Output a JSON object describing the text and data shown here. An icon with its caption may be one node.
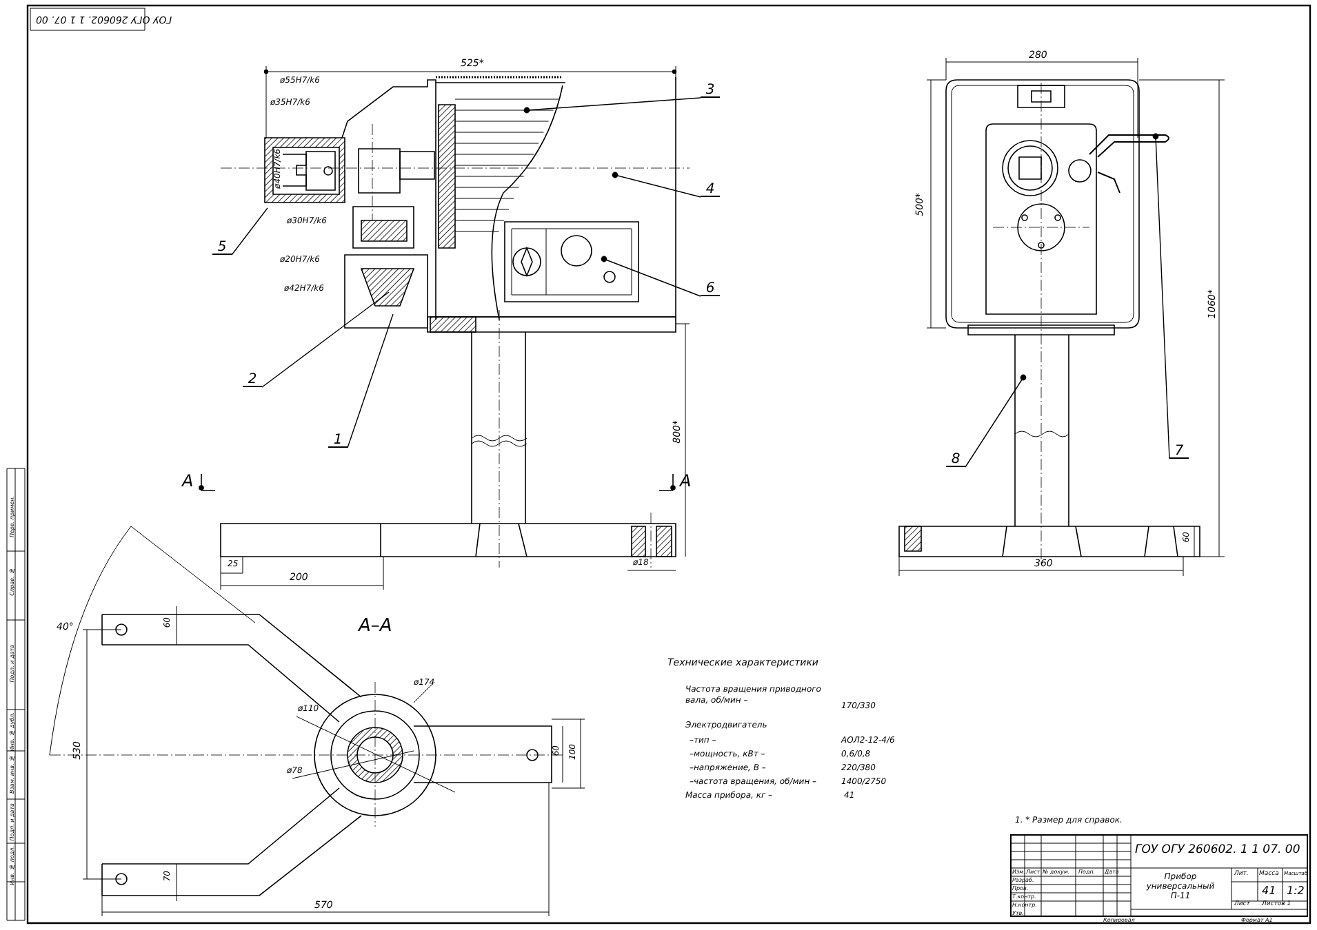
{
  "diagram": {
    "nodes": [
      {
        "text": [
          "1"
        ]
      },
      {
        "text": [
          "2"
        ]
      },
      {
        "text": [
          "3"
        ]
      },
      {
        "text": [
          "4"
        ]
      },
      {
        "text": [
          "5"
        ]
      },
      {
        "text": [
          "6"
        ]
      },
      {
        "text": [
          "7"
        ]
      },
      {
        "text": [
          "8"
        ]
      }
    ],
    "edges": [
      {
        "from": 0,
        "to": null,
        "arrow": "none"
      },
      {
        "from": 1,
        "to": null,
        "arrow": "none"
      },
      {
        "from": 2,
        "to": null,
        "arrow": "other"
      },
      {
        "from": 3,
        "to": null,
        "arrow": "other"
      },
      {
        "from": 4,
        "to": null,
        "arrow": "none"
      },
      {
        "from": 5,
        "to": null,
        "arrow": "other"
      },
      {
        "from": 6,
        "to": null,
        "arrow": "other"
      },
      {
        "from": 7,
        "to": null,
        "arrow": "other"
      }
    ],
    "labels": [
      "ГОУ ОГУ 260602. 1 1 07. 00",
      "525*",
      "ø55H7/k6",
      "ø35H7/k6",
      "ø40H7/k6",
      "ø30H7/k6",
      "ø20H7/k6",
      "ø42H7/k6",
      "280",
      "500*",
      "1060*",
      "800*",
      "A",
      "A",
      "25",
      "200",
      "ø18",
      "360",
      "60",
      "A–A",
      "40°",
      "60",
      "530",
      "ø174",
      "ø110",
      "ø78",
      "60",
      "100",
      "70",
      "570",
      "Технические характеристики",
      "Частота вращения приводного вала, об/мин –",
      "170/330",
      "Электродвигатель",
      "–тип –",
      "АОЛ2-12-4/6",
      "–мощность, кВт –",
      "0,6/0,8",
      "–напряжение, В –",
      "220/380",
      "–частота вращения, об/мин –",
      "1400/2750",
      "Масса прибора, кг –",
      "41",
      "1. * Размер для справок.",
      "ГОУ ОГУ 260602. 1 1 07. 00",
      "Изм.",
      "Лист",
      "№ докум.",
      "Подп.",
      "Дата",
      "Разраб.",
      "Пров.",
      "Т.контр.",
      "Н.контр.",
      "Утв.",
      "Прибор универсальный П-11",
      "Лит.",
      "Масса",
      "Масштаб",
      "41",
      "1:2",
      "Лист",
      "Листов 1",
      "Копировал",
      "Формат A1",
      "Перв. примен.",
      "Справ. №",
      "Подп. и дата",
      "Инв. № дубл.",
      "Взам. инв. №",
      "Подп. и дата",
      "Инв. № подл."
    ]
  }
}
